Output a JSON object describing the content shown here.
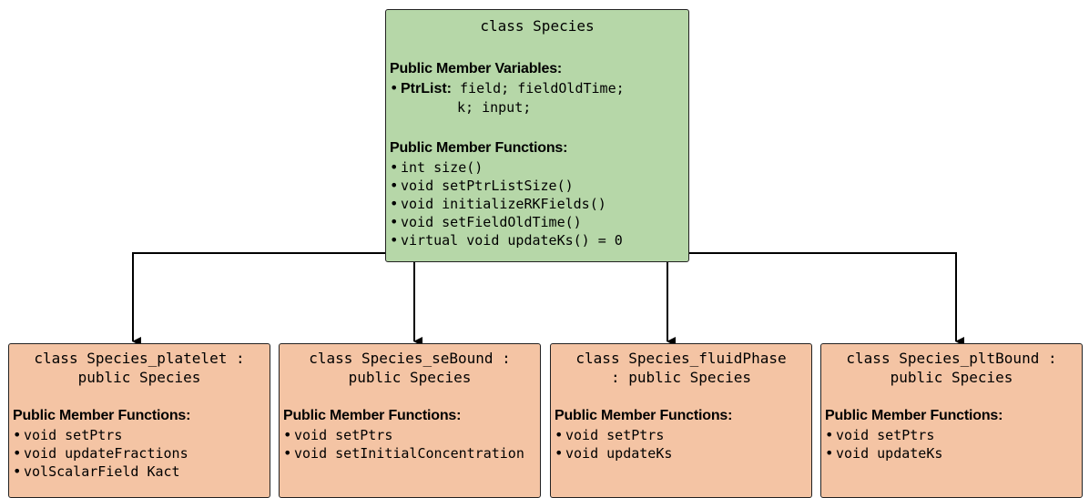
{
  "colors": {
    "parent_fill": "#b6d7a8",
    "child_fill": "#f4c4a4",
    "border": "#222222",
    "line": "#000000"
  },
  "parent": {
    "title": "class Species",
    "variables_heading": "Public Member Variables:",
    "ptrlist_label": "PtrList:",
    "ptrlist_line1": "field; fieldOldTime;",
    "ptrlist_line2": "k; input;",
    "functions_heading": "Public Member Functions:",
    "functions": [
      "int size()",
      "void setPtrListSize()",
      "void initializeRKFields()",
      "void setFieldOldTime()",
      "virtual void updateKs() = 0"
    ]
  },
  "children": [
    {
      "title": "class Species_platelet :\npublic Species",
      "functions_heading": "Public Member Functions:",
      "functions": [
        "void setPtrs",
        "void updateFractions",
        "volScalarField Kact"
      ]
    },
    {
      "title": "class Species_seBound :\npublic Species",
      "functions_heading": "Public Member Functions:",
      "functions": [
        "void setPtrs",
        "void setInitialConcentration"
      ]
    },
    {
      "title": "class Species_fluidPhase\n: public Species",
      "functions_heading": "Public Member Functions:",
      "functions": [
        "void setPtrs",
        "void updateKs"
      ]
    },
    {
      "title": "class Species_pltBound :\npublic Species",
      "functions_heading": "Public Member Functions:",
      "functions": [
        "void setPtrs",
        "void updateKs"
      ]
    }
  ]
}
